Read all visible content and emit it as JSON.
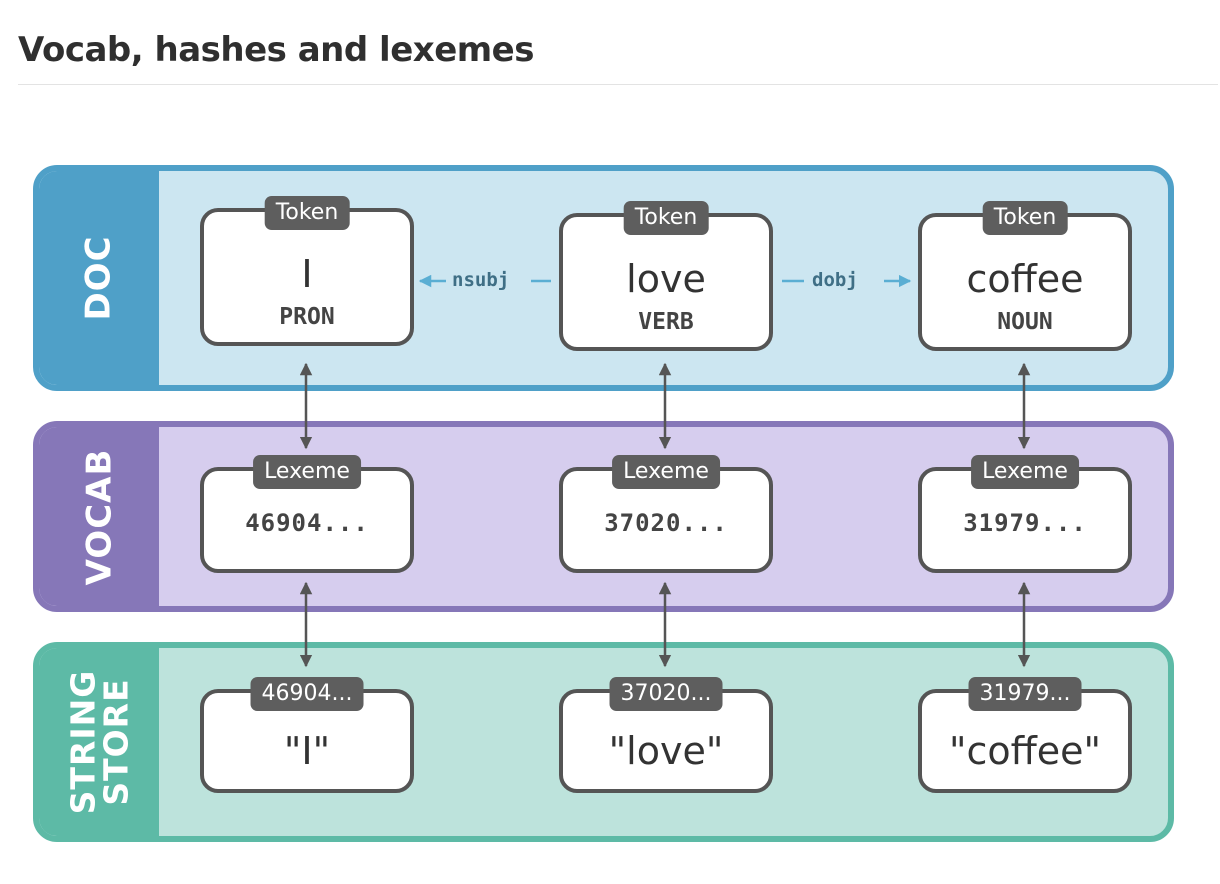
{
  "page_title": "Vocab, hashes and lexemes",
  "layers": {
    "doc": "DOC",
    "vocab": "VOCAB",
    "store": "STRING\nSTORE"
  },
  "tokens": [
    {
      "tag": "Token",
      "text": "I",
      "pos": "PRON"
    },
    {
      "tag": "Token",
      "text": "love",
      "pos": "VERB"
    },
    {
      "tag": "Token",
      "text": "coffee",
      "pos": "NOUN"
    }
  ],
  "relations": [
    {
      "label": "nsubj"
    },
    {
      "label": "dobj"
    }
  ],
  "lexemes": [
    {
      "tag": "Lexeme",
      "hash": "46904..."
    },
    {
      "tag": "Lexeme",
      "hash": "37020..."
    },
    {
      "tag": "Lexeme",
      "hash": "31979..."
    }
  ],
  "strings": [
    {
      "tag": "46904...",
      "text": "\"I\""
    },
    {
      "tag": "37020...",
      "text": "\"love\""
    },
    {
      "tag": "31979...",
      "text": "\"coffee\""
    }
  ],
  "colors": {
    "doc": "#4fa0c8",
    "vocab": "#8677b8",
    "store": "#5dbaa6",
    "box_border": "#555555",
    "tag_bg": "#5e5e5e",
    "relation_arrow": "#5aaed3"
  }
}
